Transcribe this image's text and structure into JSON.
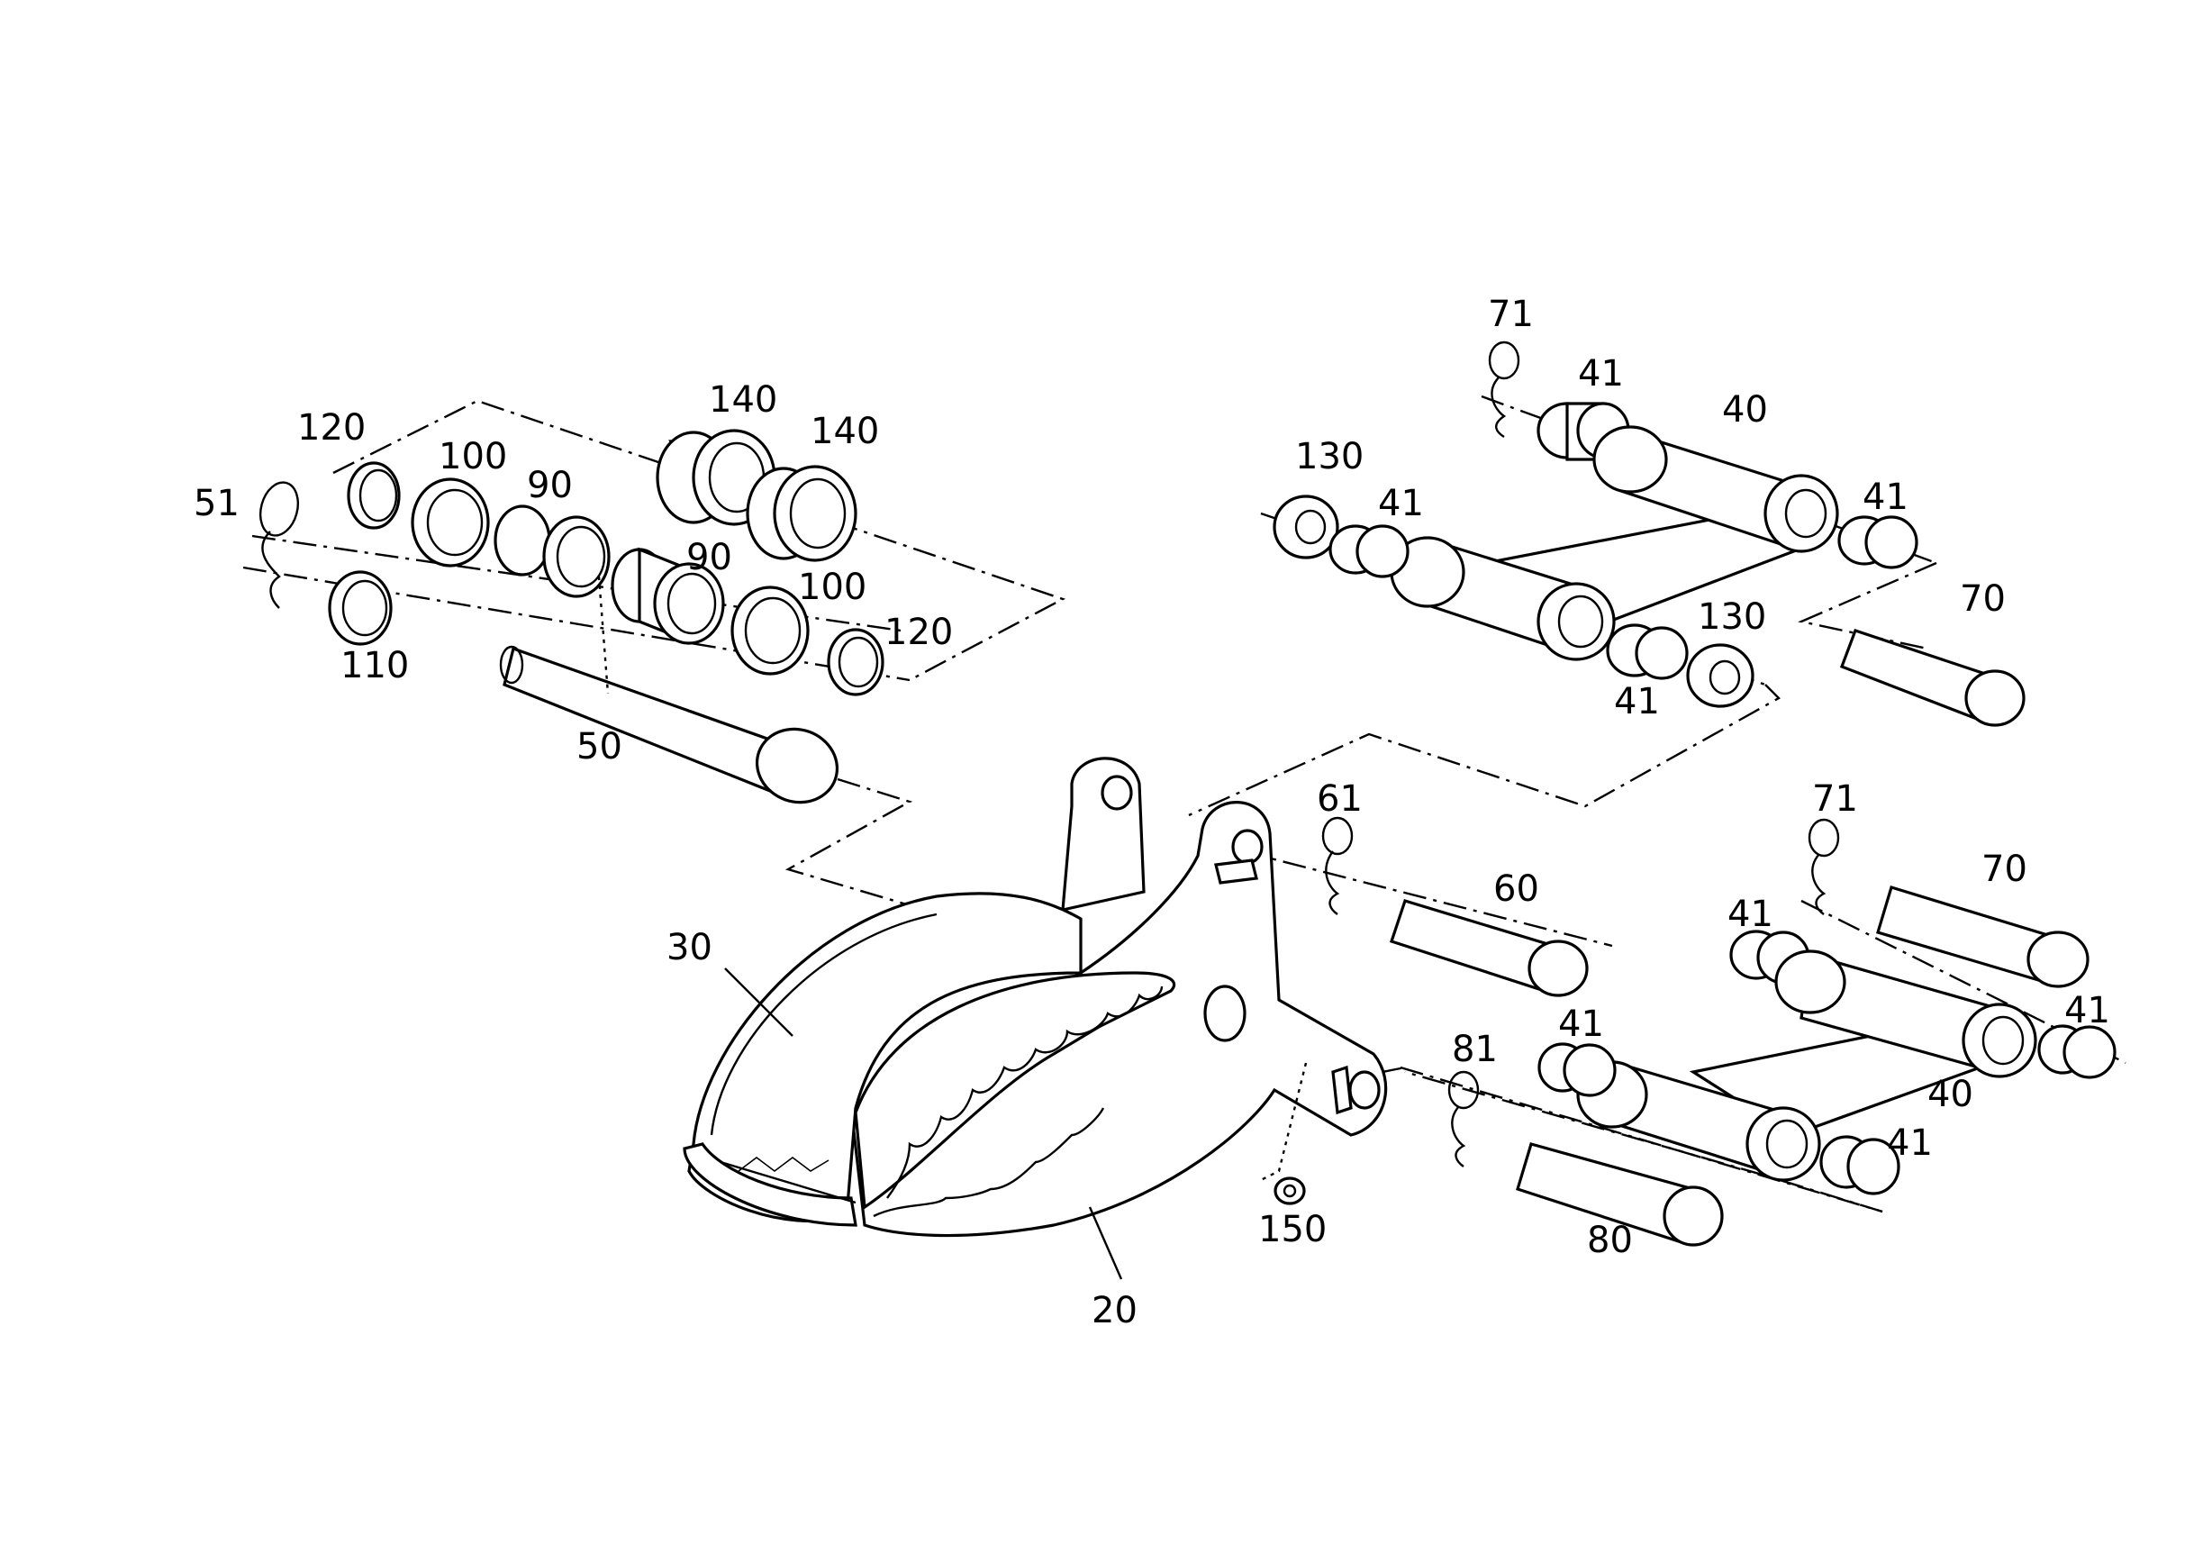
{
  "figure": {
    "labels": {
      "l51": "51",
      "l120a": "120",
      "l100a": "100",
      "l90a": "90",
      "l140a": "140",
      "l140b": "140",
      "l90b": "90",
      "l100b": "100",
      "l120b": "120",
      "l110": "110",
      "l50": "50",
      "l71a": "71",
      "l41a": "41",
      "l40a": "40",
      "l130a": "130",
      "l41b": "41",
      "l41c": "41",
      "l130b": "130",
      "l41d": "41",
      "l70a": "70",
      "l61": "61",
      "l60": "60",
      "l30": "30",
      "l20": "20",
      "l71b": "71",
      "l70b": "70",
      "l41e": "41",
      "l41f": "41",
      "l81": "81",
      "l41g": "41",
      "l40b": "40",
      "l41h": "41",
      "l150": "150",
      "l80": "80"
    }
  }
}
